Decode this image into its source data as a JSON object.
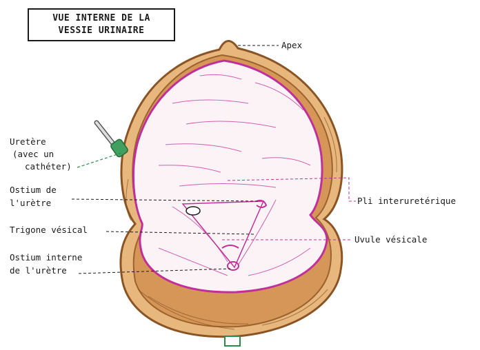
{
  "title": {
    "line1": "VUE INTERNE DE LA",
    "line2": "VESSIE URINAIRE"
  },
  "labels": {
    "apex": "Apex",
    "uretere_1": "Uretère",
    "uretere_2": "(avec un",
    "uretere_3": "cathéter)",
    "ostium_uretre_1": "Ostium de",
    "ostium_uretre_2": "l'urètre",
    "trigone": "Trigone vésical",
    "ostium_interne_1": "Ostium interne",
    "ostium_interne_2": "de l'urètre",
    "pli": "Pli interuretérique",
    "uvule": "Uvule vésicale"
  },
  "colors": {
    "wall_outer": "#b47a3c",
    "wall_fill": "#d9a064",
    "mucosa": "#c0309a",
    "lines_ink": "#1a1a1a",
    "catheter_green": "#2a8a4a",
    "pink_leader": "#c0309a"
  }
}
